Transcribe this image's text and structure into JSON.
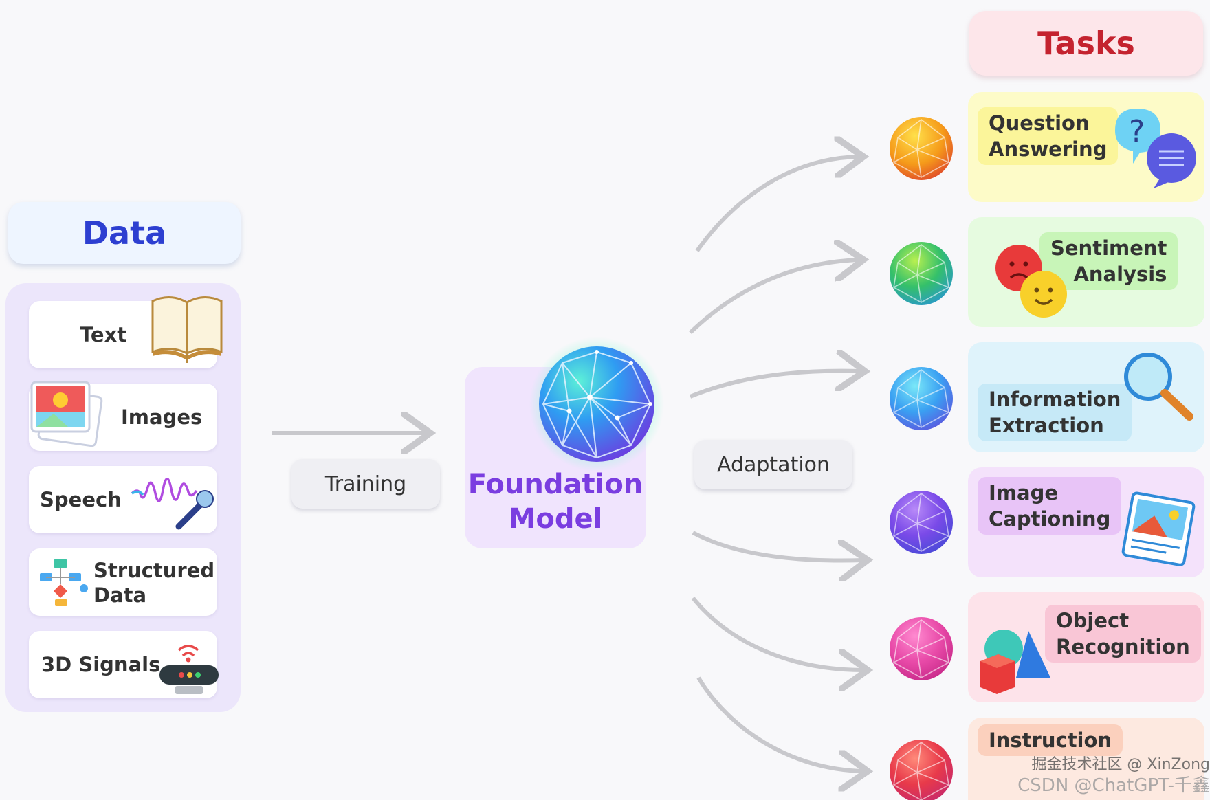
{
  "data_section": {
    "title": "Data",
    "items": [
      {
        "label": "Text"
      },
      {
        "label": "Images"
      },
      {
        "label": "Speech"
      },
      {
        "label": "Structured Data"
      },
      {
        "label": "3D Signals"
      }
    ]
  },
  "training_label": "Training",
  "foundation_model": {
    "line1": "Foundation",
    "line2": "Model"
  },
  "adaptation_label": "Adaptation",
  "tasks_section": {
    "title": "Tasks",
    "items": [
      {
        "line1": "Question",
        "line2": "Answering",
        "color": "#fdfbc8",
        "label_bg": "#fbf59a"
      },
      {
        "line1": "Sentiment",
        "line2": "Analysis",
        "color": "#e6fbe0",
        "label_bg": "#c8f5b8"
      },
      {
        "line1": "Information",
        "line2": "Extraction",
        "color": "#dff3fb",
        "label_bg": "#c6e9f7"
      },
      {
        "line1": "Image",
        "line2": "Captioning",
        "color": "#f4e2fb",
        "label_bg": "#e8c4f7"
      },
      {
        "line1": "Object",
        "line2": "Recognition",
        "color": "#fde3ea",
        "label_bg": "#f9c6d6"
      },
      {
        "line1": "Instruction",
        "line2": "",
        "color": "#fde9e0",
        "label_bg": "#fbd0bd"
      }
    ]
  },
  "watermark": {
    "line1": "掘金技术社区 @ XinZong",
    "line2": "CSDN @ChatGPT-千鑫"
  },
  "colors": {
    "data_title": "#2d3fd1",
    "tasks_title": "#c4232f",
    "foundation": "#7a3de0",
    "arrow": "#c8c8cc"
  }
}
